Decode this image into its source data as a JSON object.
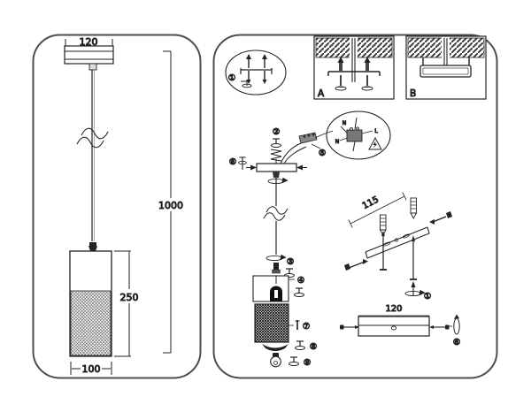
{
  "meta": {
    "sheet": "pendant-lamp-installation-diagram"
  },
  "colors": {
    "ink": "#222222",
    "panel_border": "#4d4d4d",
    "background": "#ffffff"
  },
  "left_panel": {
    "canopy_width": "120",
    "overall_drop": "1000",
    "shade_height": "250",
    "shade_diameter": "100"
  },
  "right_panel": {
    "bracket_callout_step": "①",
    "detail_a_label": "A",
    "detail_b_label": "B",
    "step_2": "②",
    "step_6_canopy_screws": "⑥",
    "step_5_wiring": "⑤",
    "step_3": "③",
    "step_4": "④",
    "step_7": "⑦",
    "step_8": "⑧",
    "step_9": "⑨",
    "wire_n_top": "N",
    "wire_l": "L",
    "wire_n_left": "N",
    "bracket_length": "115",
    "bracket_step": "①",
    "canopy_width": "120",
    "canopy_step": "⑥"
  }
}
